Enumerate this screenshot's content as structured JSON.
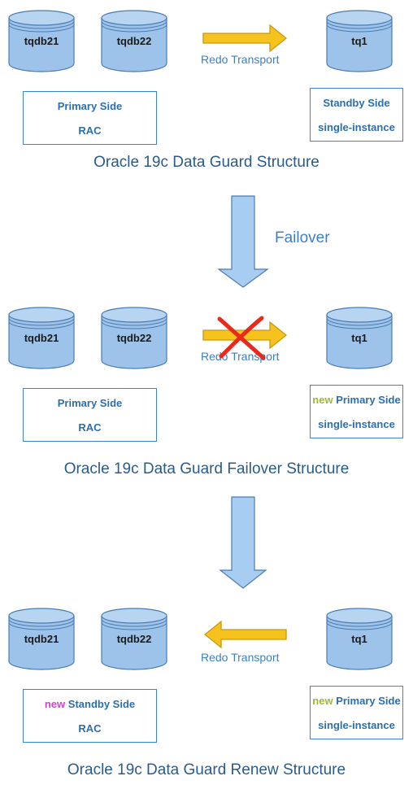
{
  "colors": {
    "db_fill": "#9dc3ea",
    "db_stroke": "#4a7bb0",
    "arrow_fill": "#f6c21e",
    "arrow_stroke": "#c89a10",
    "down_arrow_fill": "#a8cdf3",
    "cross": "#e8291b",
    "new_green": "#9bbb32",
    "new_pink": "#cc44cc"
  },
  "section1": {
    "db_left1": "tqdb21",
    "db_left2": "tqdb22",
    "db_right": "tq1",
    "redo": "Redo Transport",
    "primary_box": {
      "line1": "Primary Side",
      "line2": "RAC"
    },
    "standby_box": {
      "line1": "Standby Side",
      "line2": "single-instance"
    },
    "title": "Oracle 19c Data Guard Structure"
  },
  "failover_label": "Failover",
  "section2": {
    "db_left1": "tqdb21",
    "db_left2": "tqdb22",
    "db_right": "tq1",
    "redo": "Redo Transport",
    "primary_box": {
      "line1": "Primary Side",
      "line2": "RAC"
    },
    "standby_box": {
      "new": "new",
      "line1": "Primary Side",
      "line2": "single-instance"
    },
    "title": "Oracle 19c Data Guard Failover Structure"
  },
  "section3": {
    "db_left1": "tqdb21",
    "db_left2": "tqdb22",
    "db_right": "tq1",
    "redo": "Redo Transport",
    "left_box": {
      "new": "new",
      "line1": "Standby Side",
      "line2": "RAC"
    },
    "right_box": {
      "new": "new",
      "line1": "Primary Side",
      "line2": "single-instance"
    },
    "title": "Oracle 19c Data Guard Renew Structure"
  }
}
